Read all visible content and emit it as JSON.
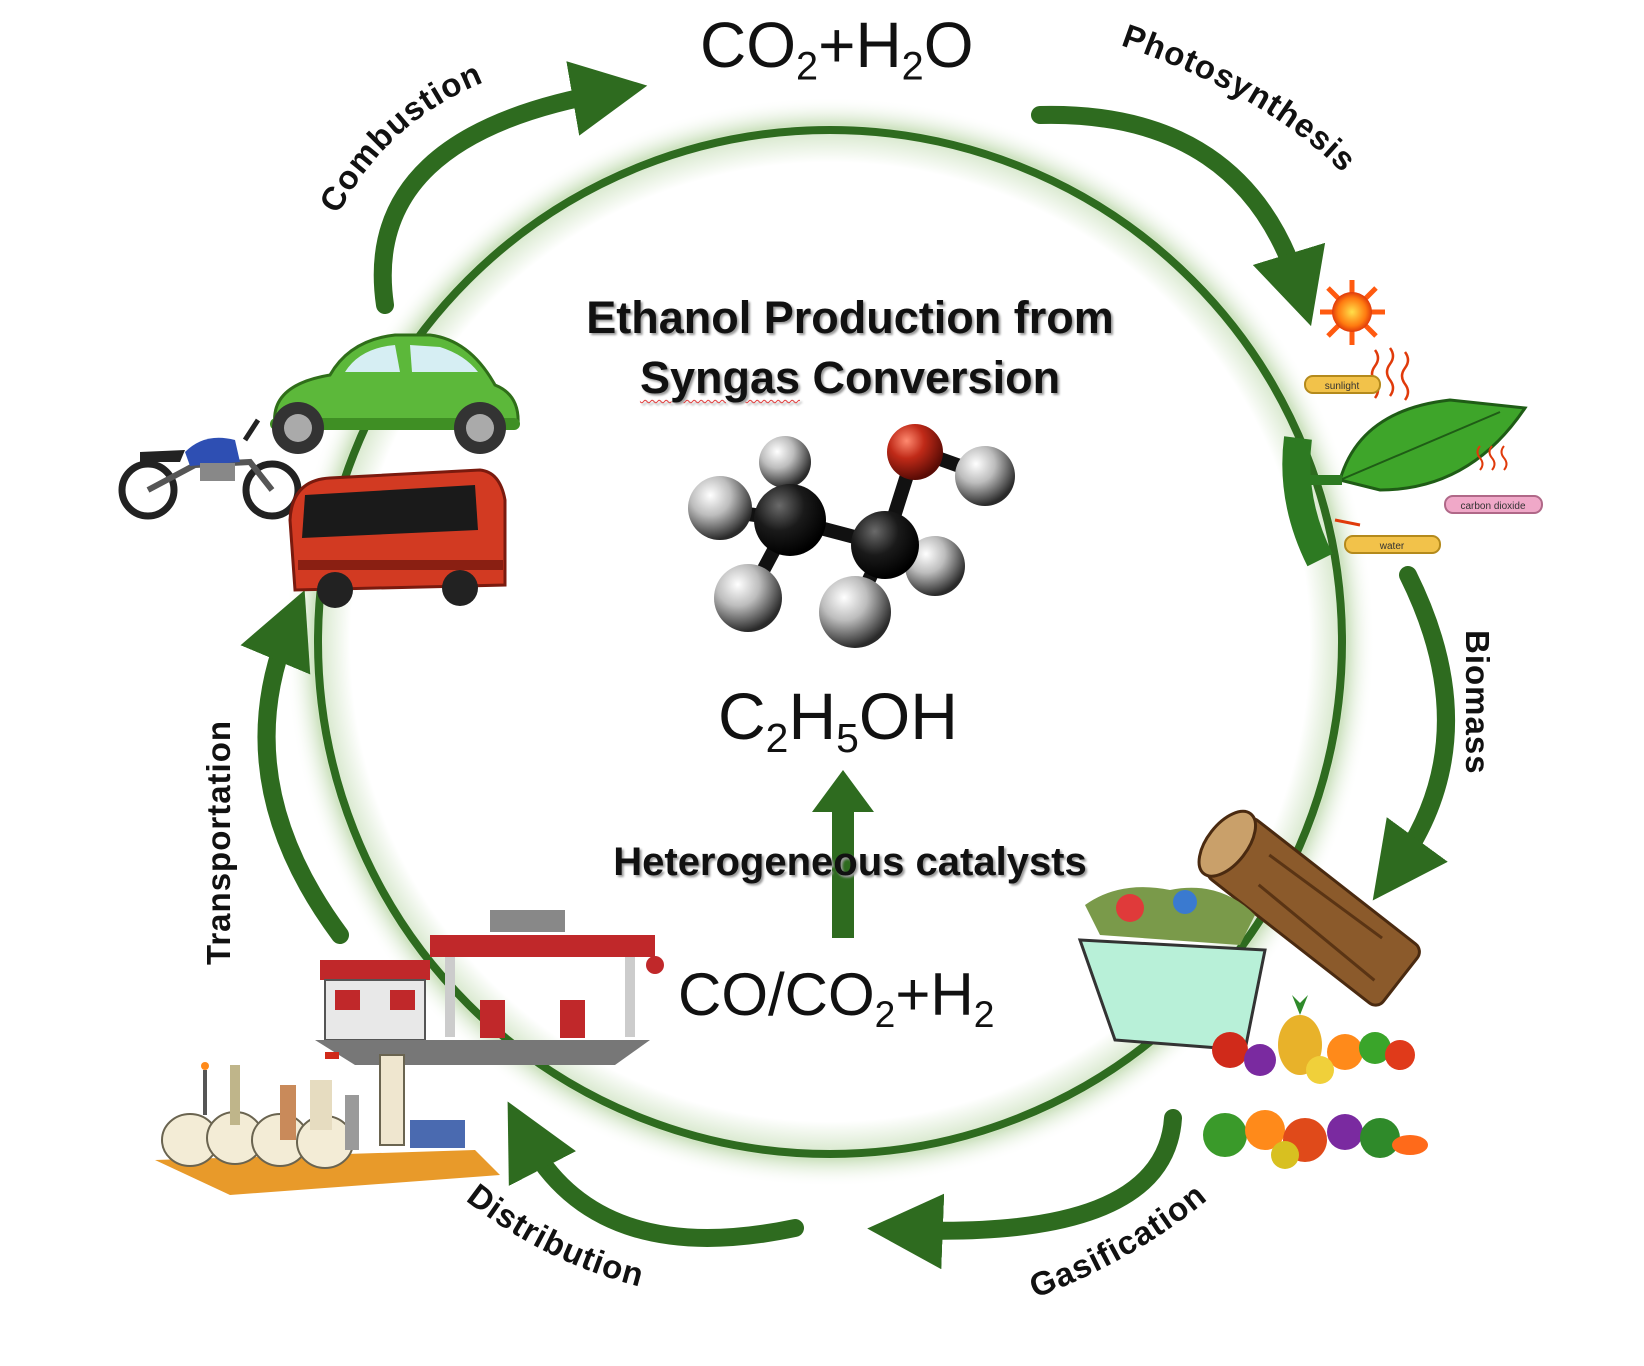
{
  "title_line1": "Ethanol Production  from",
  "title_line2_word": "Syngas",
  "title_line2_rest": " Conversion",
  "top_formula": {
    "p1": "CO",
    "s1": "2",
    "p2": "+H",
    "s2": "2",
    "p3": "O"
  },
  "product_formula": {
    "p1": "C",
    "s1": "2",
    "p2": "H",
    "s2": "5",
    "p3": "OH"
  },
  "feed_formula": {
    "p1": "CO/CO",
    "s1": "2",
    "p2": "+H",
    "s2": "2"
  },
  "catalyst_label": "Heterogeneous catalysts",
  "cycle_steps": {
    "photosynthesis": "Photosynthesis",
    "biomass": "Biomass",
    "gasification": "Gasification",
    "distribution": "Distribution",
    "transportation": "Transportation",
    "combustion": "Combustion"
  },
  "plant_labels": {
    "sunlight": "sunlight",
    "carbon_dioxide": "carbon dioxide",
    "water": "water"
  },
  "colors": {
    "cycle_green": "#2e6b1f",
    "glow_green": "#cfe3c2",
    "car": "#5cb83a",
    "bus": "#d23a22",
    "oxygen": "#b32418",
    "carbon": "#111111",
    "hydrogen": "#d9d9d9"
  }
}
